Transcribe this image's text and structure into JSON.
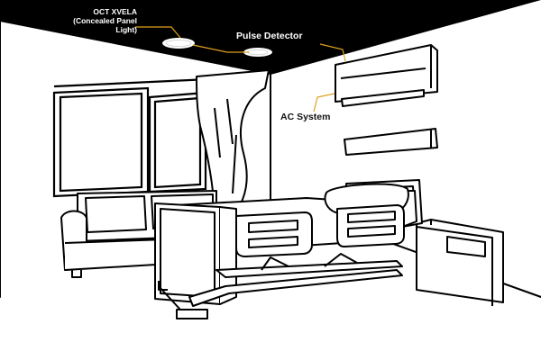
{
  "labels": {
    "oct_line1": "OCT XVELA",
    "oct_line2": "(Concealed Panel",
    "oct_line3": "Light)",
    "pulse": "Pulse Detector",
    "ac": "AC System"
  },
  "colors": {
    "ceiling": "#000000",
    "background": "#ffffff",
    "line": "#000000",
    "leader": "#e0a020",
    "label_on_dark": "#ffffff",
    "label_on_light": "#111111"
  }
}
